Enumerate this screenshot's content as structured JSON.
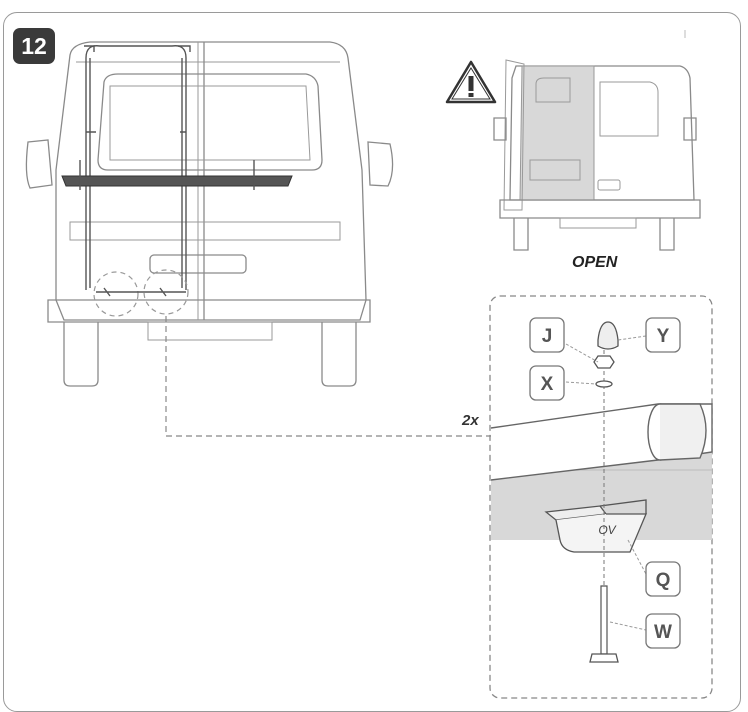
{
  "step_number": "12",
  "open_label": "OPEN",
  "multiplier_label": "2x",
  "part_labels": {
    "j": "J",
    "x": "X",
    "y": "Y",
    "q": "Q",
    "w": "W"
  },
  "bracket_marking": "OV",
  "icons": {
    "warning": "warning-triangle-icon"
  }
}
